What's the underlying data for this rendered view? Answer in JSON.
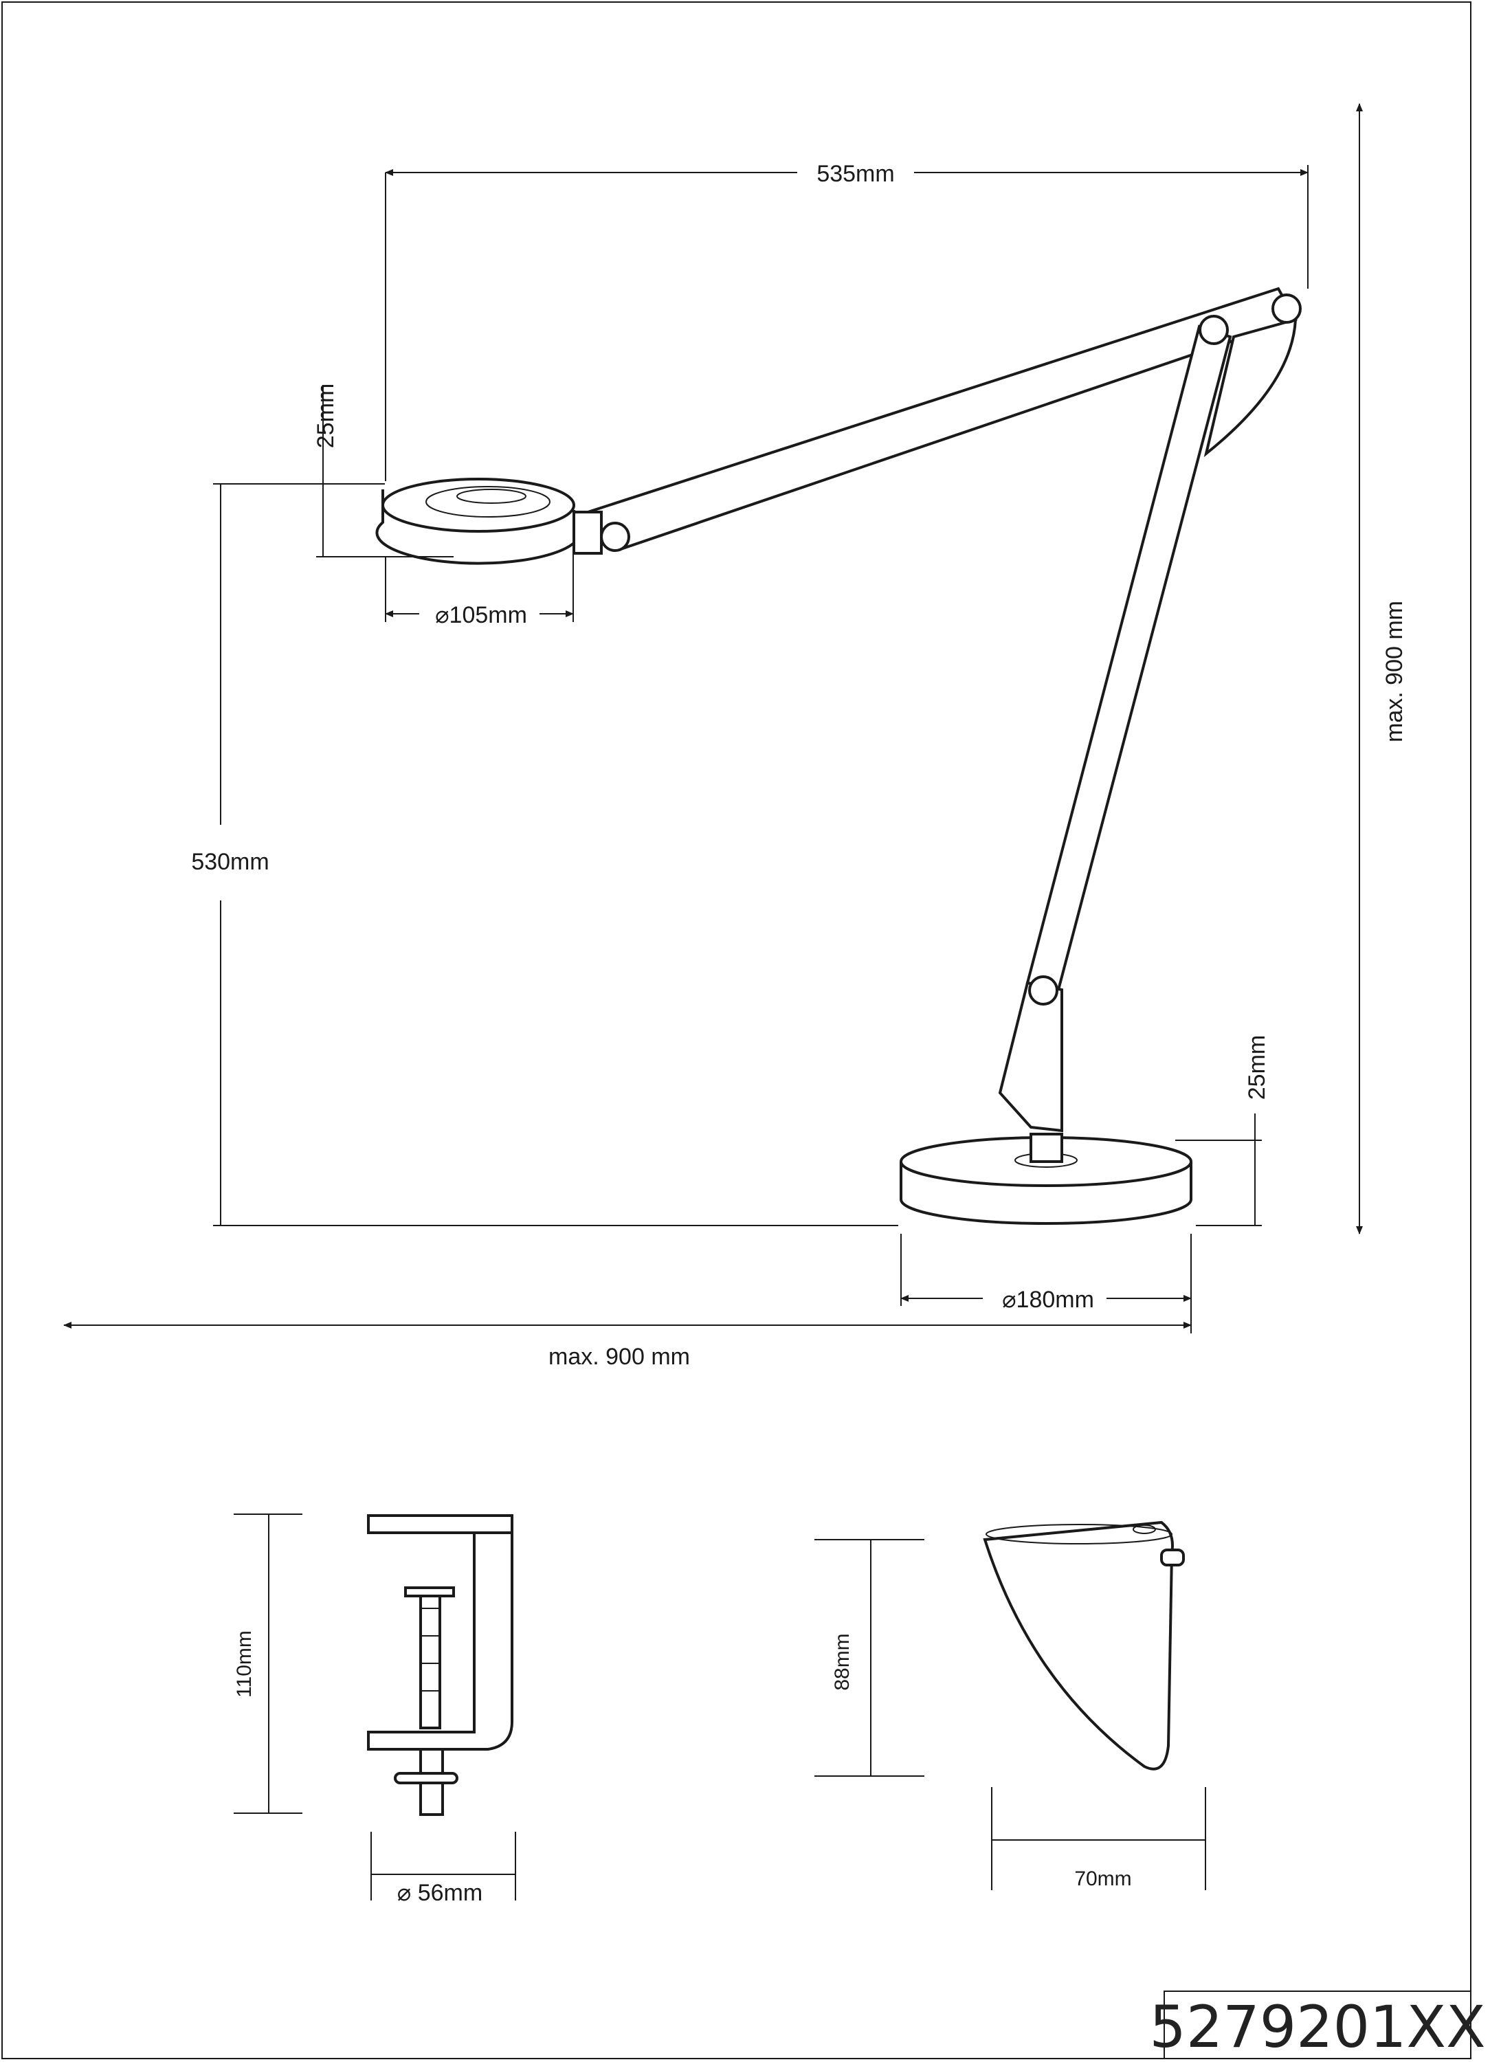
{
  "part_number": "5279201XX",
  "dimensions": {
    "arm_reach": "535mm",
    "max_height": "max. 900 mm",
    "head_thickness": "25mm",
    "head_diameter": "105mm",
    "head_height": "530mm",
    "base_thickness": "25mm",
    "base_diameter": "180mm",
    "max_width": "max. 900 mm",
    "clamp_height": "110mm",
    "clamp_diameter": "56mm",
    "bracket_height": "88mm",
    "bracket_width": "70mm"
  }
}
